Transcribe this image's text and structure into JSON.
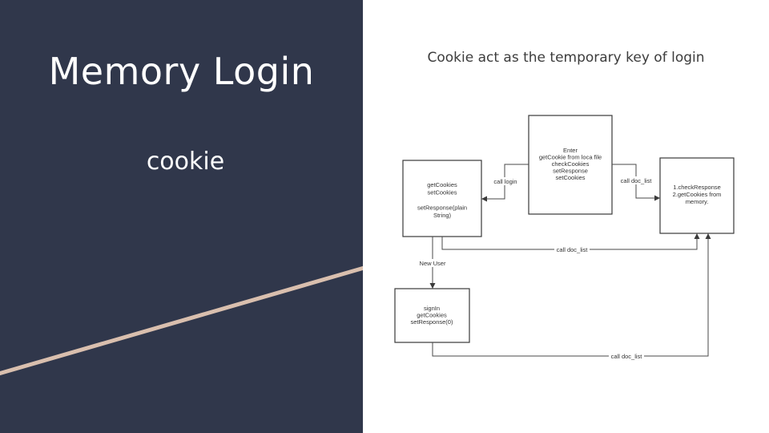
{
  "slide": {
    "title": "Memory Login",
    "subtitle": "cookie",
    "heading": "Cookie act as the temporary key of login"
  },
  "colors": {
    "left_panel": "#30374b",
    "stripe": "#d9bfae",
    "text_light": "#ffffff"
  },
  "diagram": {
    "client_box": [
      "getCookies",
      "setCookies",
      "",
      "setResponse(plain",
      "String)"
    ],
    "enter_box": [
      "Enter",
      "getCookie from loca file",
      "checkCookies",
      "setResponse",
      "setCookies"
    ],
    "server_box": [
      "1.checkResponse",
      "2.getCookies from",
      "memory."
    ],
    "signin_box": [
      "signIn",
      "getCookies",
      "setResponse(0)"
    ],
    "labels": {
      "call_login": "call login",
      "call_doc_list_top": "call doc_list",
      "call_doc_list_mid": "call doc_list",
      "new_user": "New User",
      "call_doc_list_bottom": "call doc_list"
    }
  }
}
